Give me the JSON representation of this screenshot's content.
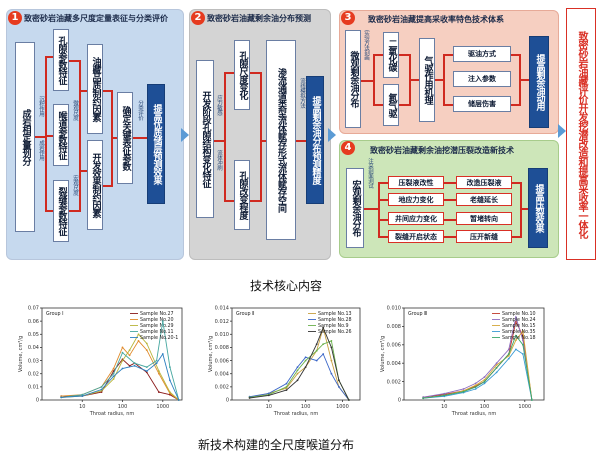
{
  "p1": {
    "num": "1",
    "title": "致密砂岩油藏多尺度定量表征与分类评价",
    "main": "成岩相定量划分",
    "ann1": "沉积作用",
    "ann2": "成岩作用",
    "sub": [
      "孔隙参数特征",
      "喉道参数特征",
      "裂缝参数特征"
    ],
    "ann3": "微观尺度",
    "mid": [
      "油藏品质制约因素",
      "开发效果制约因素"
    ],
    "ann4": "宏观尺度",
    "key": "确定关键表征参数",
    "ann5": "分类评价",
    "result": "提高优质储层预测效果"
  },
  "p2": {
    "num": "2",
    "title": "致密砂岩油藏剩余油分布预测",
    "main": "开发阶段孔隙结构变化特征",
    "ann1": "应力敏感",
    "ann2": "流体冲刷",
    "a": "孔隙尺度变化",
    "b": "孔隙改变程度",
    "ann3": "流线模拟方法",
    "c": "渗流通道类型流体赋存形式流体赋存空间",
    "result": "提高剩余油分布预测精度"
  },
  "p3": {
    "num": "3",
    "title": "致密砂岩油藏提高采收率特色技术体系",
    "main": "微观剩余油分布",
    "ann": "实验方法刻画",
    "gas": [
      "二氧化碳",
      "氮气驱"
    ],
    "mech": "气驱作用机理",
    "items": [
      "驱油方式",
      "注入参数",
      "储层伤害"
    ],
    "result": "提高剩余油动用"
  },
  "p4": {
    "num": "4",
    "title": "致密砂岩油藏剩余油挖潜压裂改造新技术",
    "main": "宏观剩余油分布",
    "ann": "注采剖面测试",
    "left": [
      "压裂液改性",
      "地应力变化",
      "井间应力变化",
      "裂缝开启状态"
    ],
    "right": [
      "改造压裂液",
      "老缝延长",
      "暂堵转向",
      "压开新缝"
    ],
    "result": "提高压裂效果"
  },
  "side": {
    "text": "致密砂岩油藏评价开发挖潜改造和提高采收率一体化"
  },
  "caption1": "技术核心内容",
  "caption2": "新技术构建的全尺度喉道分布",
  "chart_data": [
    {
      "type": "line",
      "title": "",
      "group": "Group Ⅰ",
      "xlabel": "Throat radius, nm",
      "ylabel": "Volume, cm³/g",
      "xscale": "log",
      "xlim": [
        1,
        3000
      ],
      "ylim": [
        0,
        0.07
      ],
      "yticks": [
        "0",
        "0.01",
        "0.02",
        "0.03",
        "0.04",
        "0.05",
        "0.06",
        "0.07"
      ],
      "xticks": [
        "10",
        "100",
        "1000"
      ],
      "series": [
        {
          "name": "Sample No.27",
          "color": "#8b1a1a",
          "x": [
            3,
            10,
            30,
            60,
            100,
            150,
            200,
            400,
            800,
            1500,
            2500
          ],
          "y": [
            0.003,
            0.003,
            0.006,
            0.022,
            0.031,
            0.026,
            0.028,
            0.021,
            0.006,
            0.004,
            0.0
          ]
        },
        {
          "name": "Sample No.20",
          "color": "#e08a2a",
          "x": [
            3,
            10,
            30,
            60,
            100,
            150,
            250,
            400,
            800,
            1500,
            2500
          ],
          "y": [
            0.003,
            0.004,
            0.01,
            0.024,
            0.04,
            0.034,
            0.045,
            0.038,
            0.02,
            0.005,
            0.0
          ]
        },
        {
          "name": "Sample No.29",
          "color": "#b8b53a",
          "x": [
            3,
            10,
            30,
            60,
            100,
            150,
            250,
            400,
            800,
            1500,
            2500
          ],
          "y": [
            0.002,
            0.003,
            0.007,
            0.016,
            0.03,
            0.038,
            0.05,
            0.043,
            0.022,
            0.006,
            0.0
          ]
        },
        {
          "name": "Sample No.11",
          "color": "#46a7a0",
          "x": [
            3,
            10,
            30,
            60,
            100,
            200,
            400,
            700,
            1000,
            1500,
            2500
          ],
          "y": [
            0.002,
            0.004,
            0.01,
            0.02,
            0.036,
            0.028,
            0.025,
            0.03,
            0.06,
            0.025,
            0.0
          ]
        },
        {
          "name": "Sample No.20-1",
          "color": "#2d7fc1",
          "x": [
            3,
            10,
            30,
            60,
            100,
            200,
            400,
            700,
            1000,
            1500,
            2500
          ],
          "y": [
            0.002,
            0.003,
            0.008,
            0.018,
            0.024,
            0.026,
            0.022,
            0.028,
            0.035,
            0.015,
            0.0
          ]
        }
      ]
    },
    {
      "type": "line",
      "title": "",
      "group": "Group Ⅱ",
      "xlabel": "Throat radius, nm",
      "ylabel": "Volume, cm³/g",
      "xscale": "log",
      "xlim": [
        1,
        3000
      ],
      "ylim": [
        0,
        0.014
      ],
      "yticks": [
        "0",
        "0.002",
        "0.004",
        "0.006",
        "0.008",
        "0.010",
        "0.012",
        "0.014"
      ],
      "xticks": [
        "10",
        "100",
        "1000"
      ],
      "series": [
        {
          "name": "Sample No.13",
          "color": "#c8a040",
          "x": [
            3,
            10,
            30,
            60,
            100,
            200,
            300,
            500,
            800,
            1500
          ],
          "y": [
            0.0004,
            0.001,
            0.0018,
            0.004,
            0.005,
            0.0075,
            0.011,
            0.006,
            0.002,
            0.0
          ]
        },
        {
          "name": "Sample No.28",
          "color": "#3a66c8",
          "x": [
            3,
            10,
            30,
            60,
            100,
            200,
            300,
            500,
            800,
            1500
          ],
          "y": [
            0.0005,
            0.001,
            0.0025,
            0.005,
            0.0065,
            0.006,
            0.007,
            0.004,
            0.002,
            0.0
          ]
        },
        {
          "name": "Sample No.9",
          "color": "#6ab04c",
          "x": [
            3,
            10,
            30,
            60,
            100,
            200,
            300,
            500,
            800,
            1500
          ],
          "y": [
            0.0004,
            0.0008,
            0.002,
            0.0045,
            0.006,
            0.0075,
            0.0085,
            0.009,
            0.003,
            0.0
          ]
        },
        {
          "name": "Sample No.26",
          "color": "#333333",
          "x": [
            3,
            10,
            30,
            60,
            100,
            200,
            300,
            500,
            800,
            1500
          ],
          "y": [
            0.0003,
            0.0007,
            0.0015,
            0.003,
            0.005,
            0.0085,
            0.011,
            0.008,
            0.003,
            0.0
          ]
        }
      ]
    },
    {
      "type": "line",
      "title": "",
      "group": "Group Ⅲ",
      "xlabel": "Throat radius, nm",
      "ylabel": "Volume, cm³/g",
      "xscale": "log",
      "xlim": [
        1,
        3000
      ],
      "ylim": [
        0,
        0.01
      ],
      "yticks": [
        "0",
        "0.002",
        "0.004",
        "0.006",
        "0.008",
        "0.010"
      ],
      "xticks": [
        "10",
        "100",
        "1000"
      ],
      "series": [
        {
          "name": "Sample No.10",
          "color": "#c0392b",
          "x": [
            3,
            10,
            30,
            60,
            100,
            200,
            400,
            600,
            900,
            1500
          ],
          "y": [
            0.0003,
            0.0006,
            0.001,
            0.0015,
            0.002,
            0.0035,
            0.005,
            0.0085,
            0.007,
            0.0
          ]
        },
        {
          "name": "Sample No.24",
          "color": "#8e6cbf",
          "x": [
            3,
            10,
            30,
            60,
            100,
            200,
            400,
            600,
            900,
            1500
          ],
          "y": [
            0.0003,
            0.0007,
            0.0012,
            0.0018,
            0.0025,
            0.004,
            0.0055,
            0.009,
            0.0065,
            0.0
          ]
        },
        {
          "name": "Sample No.15",
          "color": "#d4a83a",
          "x": [
            3,
            10,
            30,
            60,
            100,
            200,
            400,
            600,
            900,
            1500
          ],
          "y": [
            0.0002,
            0.0005,
            0.001,
            0.0016,
            0.0022,
            0.0038,
            0.0048,
            0.0065,
            0.0075,
            0.0
          ]
        },
        {
          "name": "Sample No.35",
          "color": "#3a9ad4",
          "x": [
            3,
            10,
            30,
            60,
            100,
            200,
            400,
            600,
            900,
            1500
          ],
          "y": [
            0.0002,
            0.0004,
            0.0008,
            0.0012,
            0.0018,
            0.003,
            0.0045,
            0.0055,
            0.005,
            0.0
          ]
        },
        {
          "name": "Sample No.18",
          "color": "#3aa86a",
          "x": [
            3,
            10,
            30,
            60,
            100,
            200,
            400,
            600,
            900,
            1500
          ],
          "y": [
            0.0002,
            0.0005,
            0.0009,
            0.0014,
            0.002,
            0.0035,
            0.005,
            0.007,
            0.006,
            0.0
          ]
        }
      ]
    }
  ]
}
